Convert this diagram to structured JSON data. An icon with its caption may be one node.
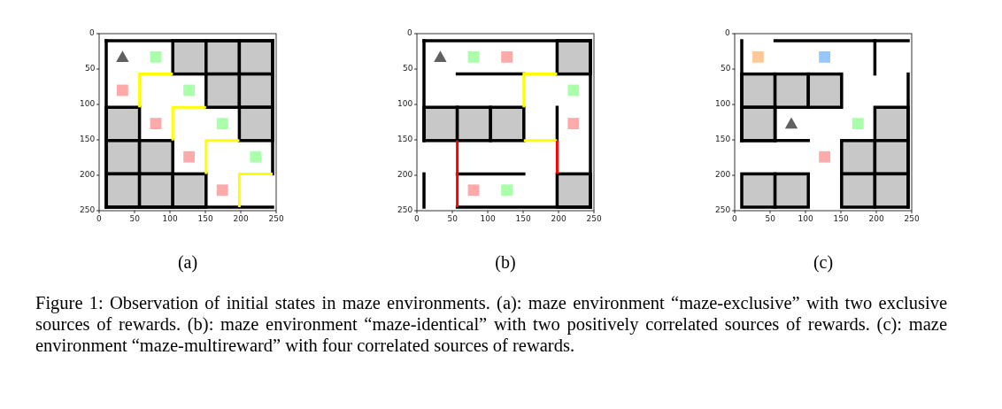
{
  "diagram": {
    "caption": "Figure 1: Observation of initial states in maze environments. (a): maze environment “maze-exclusive” with two exclusive sources of rewards. (b): maze environment “maze-identical” with two positively correlated sources of rewards. (c): maze environment “maze-multireward” with four correlated sources of rewards.",
    "labels": [
      "0",
      "50",
      "100",
      "150",
      "200",
      "250",
      "0",
      "50",
      "100",
      "150",
      "200",
      "250",
      "0",
      "50",
      "100",
      "150",
      "200",
      "250",
      "0",
      "50",
      "100",
      "150",
      "200",
      "250",
      "0",
      "50",
      "100",
      "150",
      "200",
      "250",
      "0",
      "50",
      "100",
      "150",
      "200",
      "250",
      "(a)",
      "(b)",
      "(c)"
    ]
  }
}
